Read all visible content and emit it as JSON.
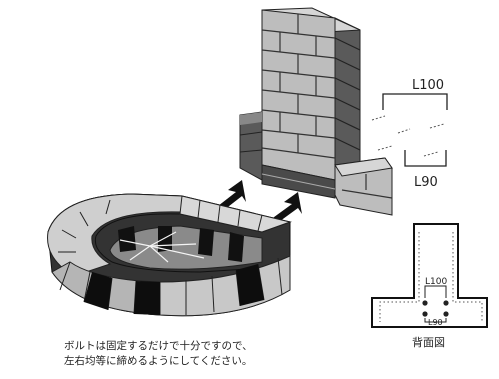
{
  "labels": {
    "l100_top": "L100",
    "l90_top": "L90",
    "l100_back": "L100",
    "l90_back": "L90",
    "back_view": "背面図"
  },
  "caption": {
    "line1": "ボルトは固定するだけで十分ですので、",
    "line2": "左右均等に締めるようにしてください。"
  }
}
